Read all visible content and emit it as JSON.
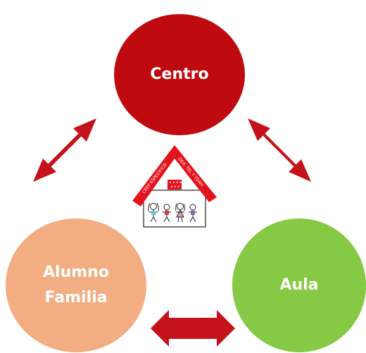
{
  "colors": {
    "centro": "#bf0a10",
    "alumno_familia": "#f2ad82",
    "aula": "#85c944",
    "arrow": "#c4121a",
    "logo_red": "#e3141d"
  },
  "nodes": {
    "centro": {
      "label": "Centro"
    },
    "alumno_familia": {
      "line1": "Alumno",
      "line2": "Familia"
    },
    "aula": {
      "label": "Aula"
    }
  },
  "logo": {
    "roof_left_text": "CEEP ESPECÍFICO",
    "roof_right_text": "DEA. TEL Y TDAH",
    "icon": "school-house-logo"
  }
}
